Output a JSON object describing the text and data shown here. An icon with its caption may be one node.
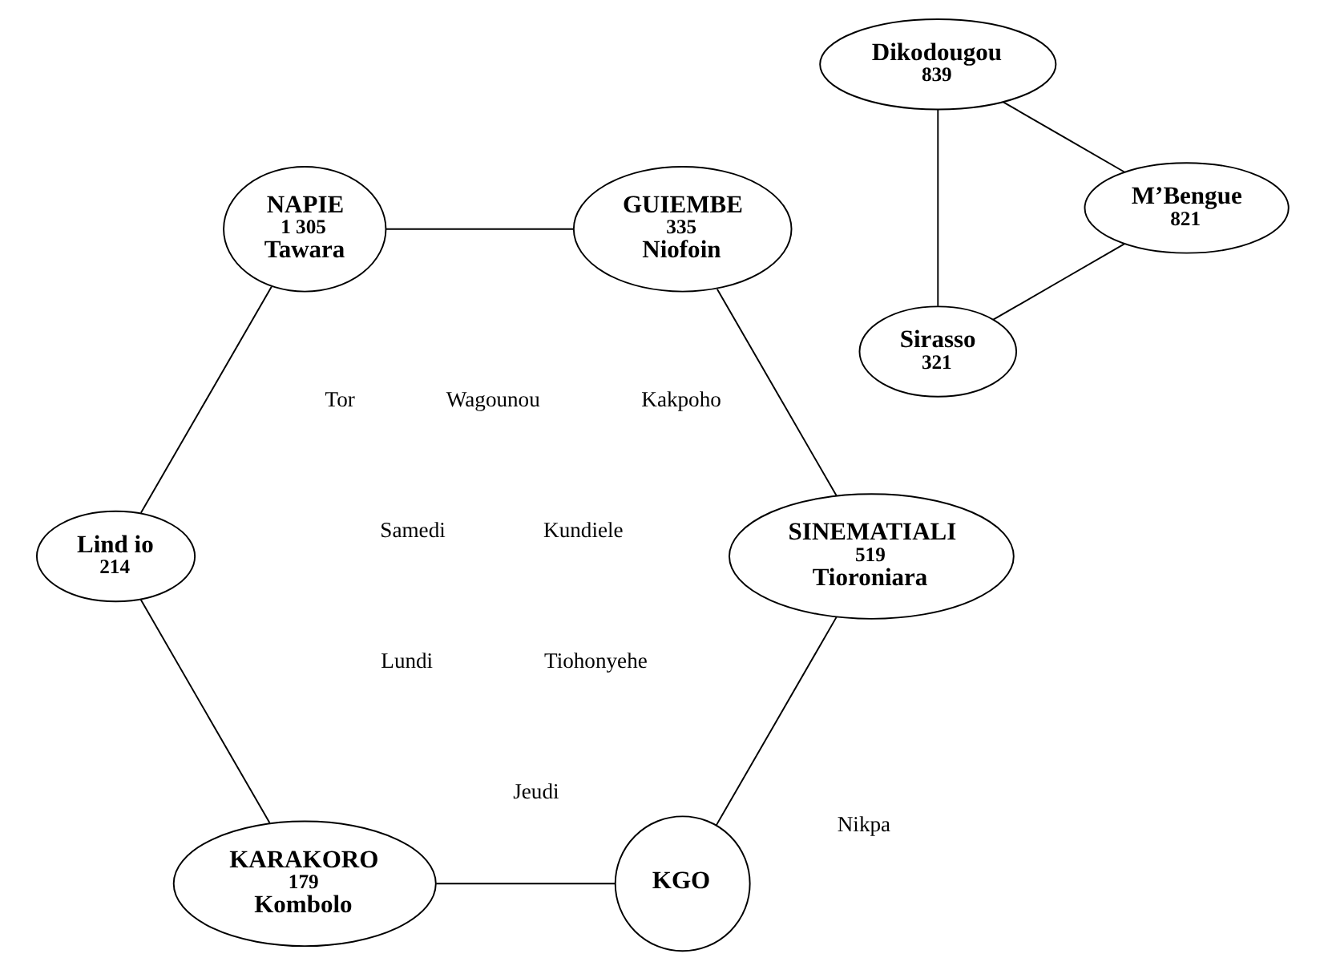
{
  "diagram": {
    "nodes": [
      {
        "text": [
          "Sirasso",
          "321"
        ]
      },
      {
        "text": [
          "Dikodougou",
          "839"
        ]
      },
      {
        "text": [
          "M’Bengue",
          "821"
        ]
      },
      {
        "text": [
          "KGO"
        ]
      },
      {
        "text": [
          "KARAKORO",
          "179",
          "Kombolo"
        ]
      },
      {
        "text": [
          "Lind io",
          "214"
        ]
      },
      {
        "text": [
          "NAPIE",
          "1 305",
          "Tawara"
        ]
      },
      {
        "text": [
          "GUIEMBE",
          "335",
          "Niofoin"
        ]
      },
      {
        "text": [
          "SINEMATIALI",
          "519",
          "Tioroniara"
        ]
      }
    ],
    "edges": [
      {
        "from": 0,
        "to": 1,
        "arrow": "none"
      },
      {
        "from": 1,
        "to": 2,
        "arrow": "none"
      },
      {
        "from": 2,
        "to": 0,
        "arrow": "none"
      },
      {
        "from": 3,
        "to": 4,
        "arrow": "none"
      },
      {
        "from": 4,
        "to": 5,
        "arrow": "none"
      },
      {
        "from": 5,
        "to": 6,
        "arrow": "none"
      },
      {
        "from": 6,
        "to": 7,
        "arrow": "none"
      },
      {
        "from": 7,
        "to": 8,
        "arrow": "none"
      },
      {
        "from": 8,
        "to": 3,
        "arrow": "none"
      }
    ],
    "labels": [
      "Samedi",
      "Lundi",
      "Kundiele",
      "Tiohonyehe",
      "Kakpoho",
      "Wagounou",
      "Nikpa",
      "Tor",
      "Jeudi"
    ]
  }
}
